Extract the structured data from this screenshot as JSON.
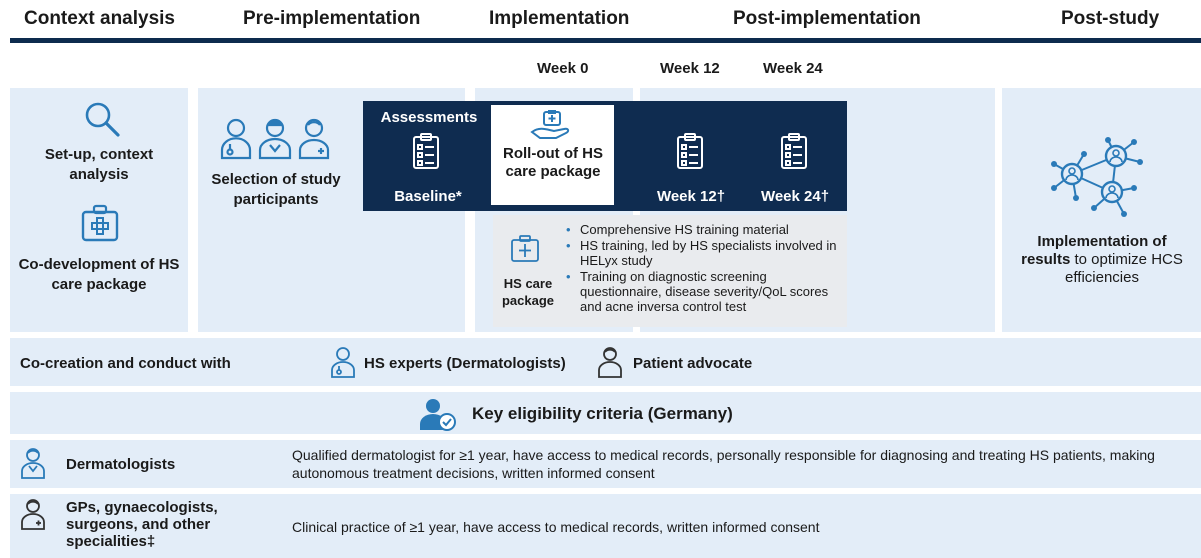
{
  "phases": {
    "context": "Context analysis",
    "pre": "Pre-implementation",
    "impl": "Implementation",
    "post": "Post-implementation",
    "study": "Post-study"
  },
  "weeks": {
    "w0": "Week 0",
    "w12": "Week 12",
    "w24": "Week 24"
  },
  "context_panel": {
    "setup": "Set-up, context analysis",
    "codev": "Co-development of HS care package"
  },
  "pre_panel": {
    "selection": "Selection of study participants"
  },
  "assessments": {
    "title": "Assessments",
    "baseline": "Baseline*",
    "rollout": "Roll-out of HS care package",
    "week12": "Week 12†",
    "week24": "Week 24†"
  },
  "care_package": {
    "label": "HS care package",
    "items": [
      "Comprehensive HS training material",
      "HS training, led by HS specialists involved in HELyx study",
      "Training on diagnostic screening questionnaire, disease severity/QoL scores and acne inversa control test"
    ]
  },
  "post_study": {
    "bold": "Implementation of results",
    "rest": " to optimize HCS efficiencies"
  },
  "cocreation": {
    "label": "Co-creation and conduct with",
    "experts": "HS experts (Dermatologists)",
    "advocate": "Patient advocate"
  },
  "eligibility": {
    "title": "Key eligibility criteria (Germany)",
    "rows": [
      {
        "group": "Dermatologists",
        "criteria": "Qualified dermatologist for ≥1 year, have access to medical records, personally responsible for diagnosing and treating HS patients, making autonomous treatment decisions, written informed consent"
      },
      {
        "group": "GPs, gynaecologists, surgeons, and other specialities‡",
        "criteria": "Clinical practice of ≥1 year, have access to medical records, written informed consent"
      }
    ]
  },
  "colors": {
    "navy": "#0f2c50",
    "panel": "#e3edf8",
    "accent": "#2a7ab8",
    "bar": "#0d2b4e"
  }
}
